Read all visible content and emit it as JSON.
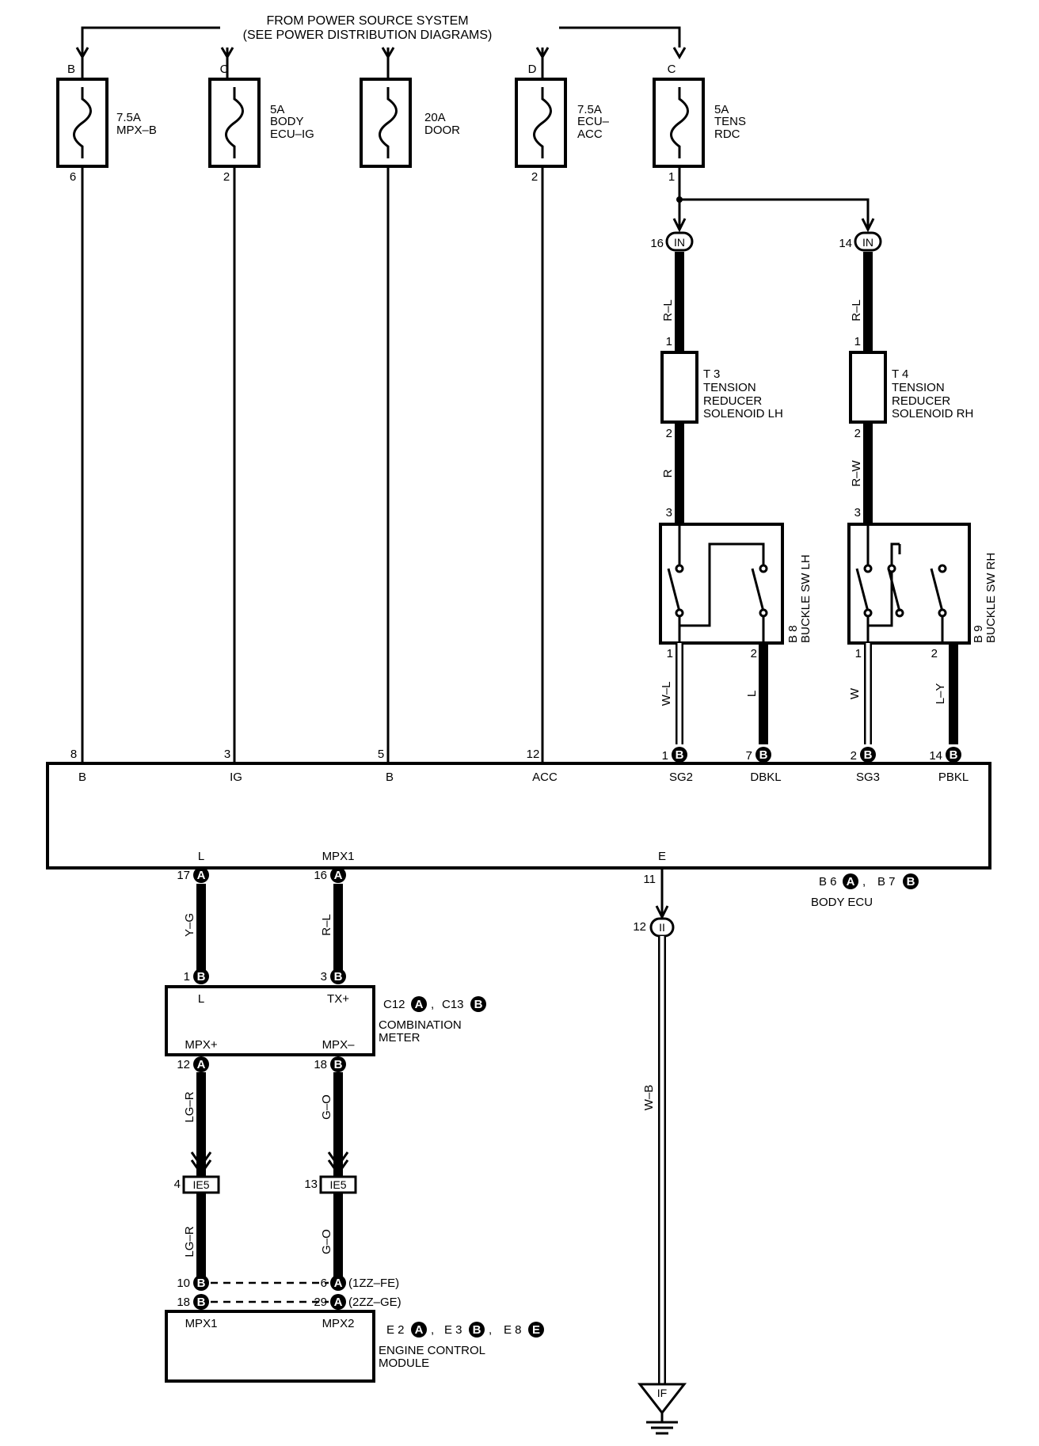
{
  "header": {
    "line1": "FROM POWER SOURCE SYSTEM",
    "line2": "(SEE POWER DISTRIBUTION DIAGRAMS)"
  },
  "fuses": [
    {
      "top": "B",
      "bottom": "6",
      "line1": "7.5A",
      "line2": "MPX–B",
      "line3": ""
    },
    {
      "top": "C",
      "bottom": "2",
      "line1": "5A",
      "line2": "BODY",
      "line3": "ECU–IG"
    },
    {
      "top": "",
      "bottom": "",
      "line1": "20A",
      "line2": "DOOR",
      "line3": ""
    },
    {
      "top": "D",
      "bottom": "2",
      "line1": "7.5A",
      "line2": "ECU–",
      "line3": "ACC"
    },
    {
      "top": "C",
      "bottom": "1",
      "line1": "5A",
      "line2": "TENS",
      "line3": "RDC"
    }
  ],
  "connectors": {
    "in_lh": {
      "pin": "16",
      "label": "IN"
    },
    "in_rh": {
      "pin": "14",
      "label": "IN"
    },
    "ii": {
      "pin": "12",
      "label": "II"
    },
    "ie5_lg": {
      "pin": "4",
      "label": "IE5"
    },
    "ie5_go": {
      "pin": "13",
      "label": "IE5"
    }
  },
  "solenoids": [
    {
      "pin_top": "1",
      "pin_bottom": "2",
      "id": "T 3",
      "line1": "TENSION",
      "line2": "REDUCER",
      "line3": "SOLENOID LH"
    },
    {
      "pin_top": "1",
      "pin_bottom": "2",
      "id": "T 4",
      "line1": "TENSION",
      "line2": "REDUCER",
      "line3": "SOLENOID RH"
    }
  ],
  "buckles": [
    {
      "pin_top": "3",
      "pin_left": "1",
      "pin_right": "2",
      "id": "B 8",
      "name": "BUCKLE SW LH"
    },
    {
      "pin_top": "3",
      "pin_left": "1",
      "pin_right": "2",
      "id": "B 9",
      "name": "BUCKLE SW RH"
    }
  ],
  "wire_colors": {
    "rl_lh": "R–L",
    "rl_rh": "R–L",
    "r_lh": "R",
    "rw_rh": "R–W",
    "wl": "W–L",
    "l": "L",
    "w": "W",
    "ly": "L–Y",
    "yg": "Y–G",
    "rl_mpx": "R–L",
    "lgr_1": "LG–R",
    "go_1": "G–O",
    "lgr_2": "LG–R",
    "go_2": "G–O",
    "wb": "W–B"
  },
  "body_ecu": {
    "top_pins": [
      {
        "pin": "8",
        "label": "B"
      },
      {
        "pin": "3",
        "label": "IG"
      },
      {
        "pin": "5",
        "label": "B"
      },
      {
        "pin": "12",
        "label": "ACC"
      },
      {
        "pin": "1",
        "label": "SG2",
        "conn": "B"
      },
      {
        "pin": "7",
        "label": "DBKL",
        "conn": "B"
      },
      {
        "pin": "2",
        "label": "SG3",
        "conn": "B"
      },
      {
        "pin": "14",
        "label": "PBKL",
        "conn": "B"
      }
    ],
    "bottom_pins": [
      {
        "pin": "17",
        "label": "L",
        "conn": "A"
      },
      {
        "pin": "16",
        "label": "MPX1",
        "conn": "A"
      },
      {
        "pin": "11",
        "label": "E"
      }
    ],
    "ref1": "B 6",
    "ref1_conn": "A",
    "sep": ",",
    "ref2": "B 7",
    "ref2_conn": "B",
    "name": "BODY ECU"
  },
  "combination_meter": {
    "top_pins": [
      {
        "pin": "1",
        "label": "L",
        "conn": "B"
      },
      {
        "pin": "3",
        "label": "TX+",
        "conn": "B"
      }
    ],
    "bottom_pins": [
      {
        "pin": "12",
        "label": "MPX+",
        "conn": "A"
      },
      {
        "pin": "18",
        "label": "MPX–",
        "conn": "B"
      }
    ],
    "ref1": "C12",
    "ref1_conn": "A",
    "sep": ",",
    "ref2": "C13",
    "ref2_conn": "B",
    "line1": "COMBINATION",
    "line2": "METER"
  },
  "engine_module": {
    "pins": [
      {
        "pin": "10",
        "conn": "B"
      },
      {
        "pin": "18",
        "conn": "B"
      },
      {
        "pin": "6",
        "conn": "A",
        "note": "(1ZZ–FE)"
      },
      {
        "pin": "29",
        "conn": "A",
        "note": "(2ZZ–GE)"
      }
    ],
    "label_left": "MPX1",
    "label_right": "MPX2",
    "ref1": "E 2",
    "ref1_conn": "A",
    "ref2": "E 3",
    "ref2_conn": "B",
    "ref3": "E 8",
    "ref3_conn": "E",
    "sep": ",",
    "line1": "ENGINE CONTROL",
    "line2": "MODULE"
  },
  "ground": {
    "label": "IF"
  }
}
